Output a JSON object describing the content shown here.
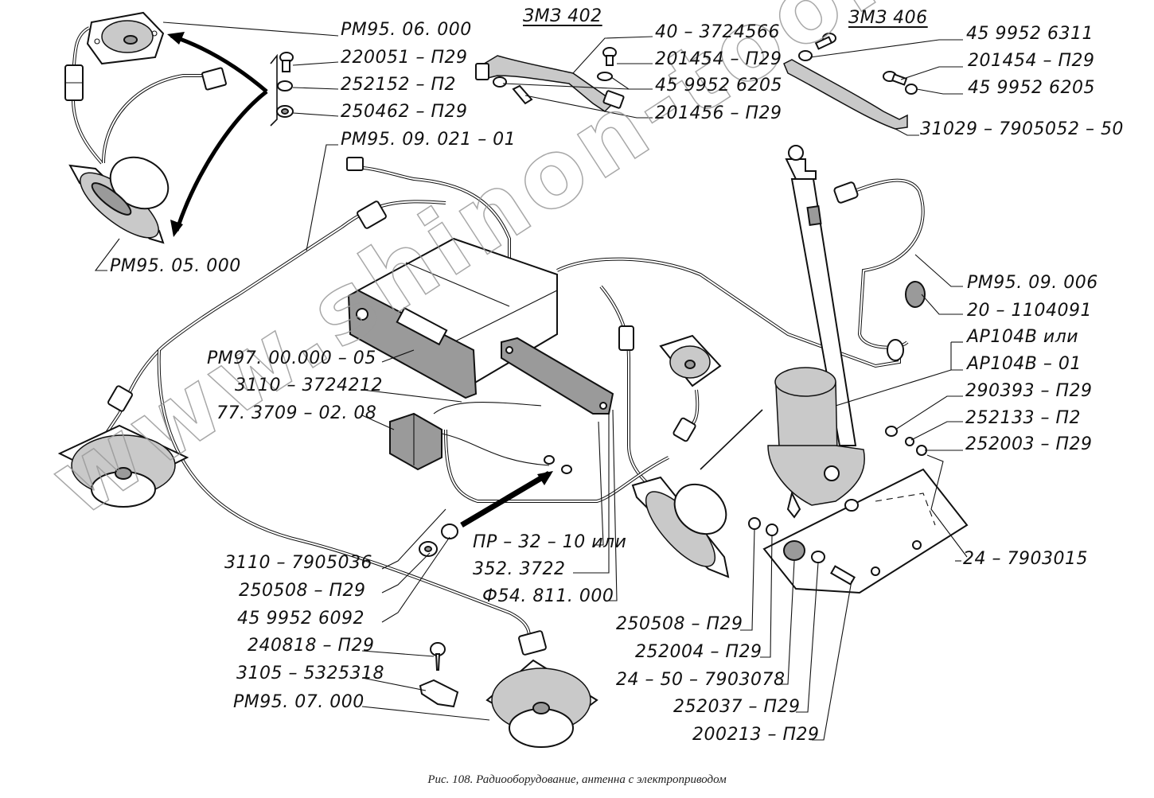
{
  "figure": {
    "caption": "Рис. 108. Радиооборудование, антенна с электроприводом",
    "watermark": "www.shinon-too.kz",
    "engine_headers": {
      "zmz402": "ЗМЗ 402",
      "zmz406": "ЗМЗ 406"
    }
  },
  "labels": {
    "front_speaker_mount": "РМ95. 06. 000",
    "screw_220051": "220051 – П29",
    "washer_252152": "252152 – П2",
    "nut_250462": "250462 – П29",
    "harness_rm95_09_021": "РМ95. 09. 021 – 01",
    "front_speaker_oval": "РМ95. 05. 000",
    "ground_strap_402": "40 – 3724566",
    "bolt_201454_402": "201454 – П29",
    "washer_4599526205_402": "45 9952 6205",
    "bolt_201456": "201456 – П29",
    "washer_4599526311": "45 9952 6311",
    "bolt_201454_406": "201454 – П29",
    "washer_4599526205_406": "45 9952 6205",
    "ground_strap_406": "31029 – 7905052 – 50",
    "antenna_cable": "РМ95. 09. 006",
    "grommet_20_1104091": "20 – 1104091",
    "antenna_ar104v": "АР104В или",
    "antenna_ar104v_01": "АР104В – 01",
    "bolt_290393": "290393 – П29",
    "washer_252133": "252133 – П2",
    "washer_252003": "252003 – П29",
    "radio_unit": "РМ97. 00.000 – 05",
    "harness_3110_3724212": "3110 – 3724212",
    "relay_77_3709": "77. 3709 – 02. 08",
    "bracket_24_7903015": "24 – 7903015",
    "fuse_block_pr32": "ПР – 32 – 10 или",
    "fuse_block_352": "352. 3722",
    "fuse_block_f54": "Ф54. 811. 000",
    "bracket_3110_7905036": "3110 – 7905036",
    "nut_250508_left": "250508 – П29",
    "washer_4599526092": "45 9952 6092",
    "screw_240818": "240818 – П29",
    "clip_3105_5325318": "3105 – 5325318",
    "rear_speaker": "РМ95. 07. 000",
    "nut_250508_right": "250508 – П29",
    "washer_252004": "252004 – П29",
    "bushing_24_50_7903078": "24 – 50 – 7903078",
    "washer_252037": "252037 – П29",
    "bolt_200213": "200213 – П29"
  }
}
